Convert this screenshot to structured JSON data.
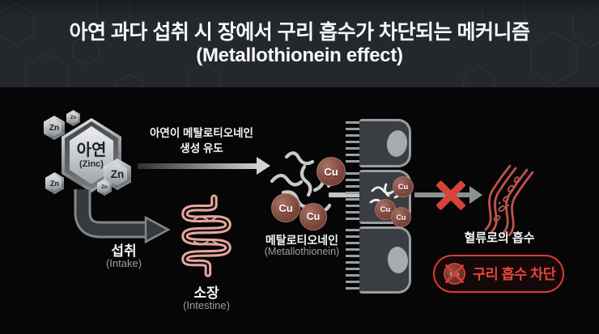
{
  "title": {
    "line1": "아연 과다 섭취 시 장에서 구리 흡수가 차단되는 메커니즘",
    "line2": "(Metallothionein effect)"
  },
  "symbols": {
    "zn": "Zn",
    "cu": "Cu"
  },
  "zinc": {
    "label_ko": "아연",
    "label_en": "(Zinc)"
  },
  "induction": {
    "line1": "아연이 메탈로티오네인",
    "line2": "생성 유도"
  },
  "metallothionein": {
    "label_ko": "메탈로티오네인",
    "label_en": "(Metallothionein)"
  },
  "intake": {
    "label_ko": "섭취",
    "label_en": "(Intake)"
  },
  "intestine": {
    "label_ko": "소장",
    "label_en": "(Intestine)"
  },
  "bloodstream": {
    "label": "혈류로의 흡수"
  },
  "blocked_badge": {
    "label": "구리 흡수 차단"
  },
  "colors": {
    "header_bg": "#24272b",
    "canvas_bg": "#060607",
    "accent_red": "#dd3a32",
    "copper": "#7c453c",
    "metal_silver": "#c9ccce",
    "cell_gray": "#3a3d41",
    "cell_border": "#9b9ea1",
    "intestine_pink": "#e6a59d",
    "vessel_red": "#c0524a"
  }
}
